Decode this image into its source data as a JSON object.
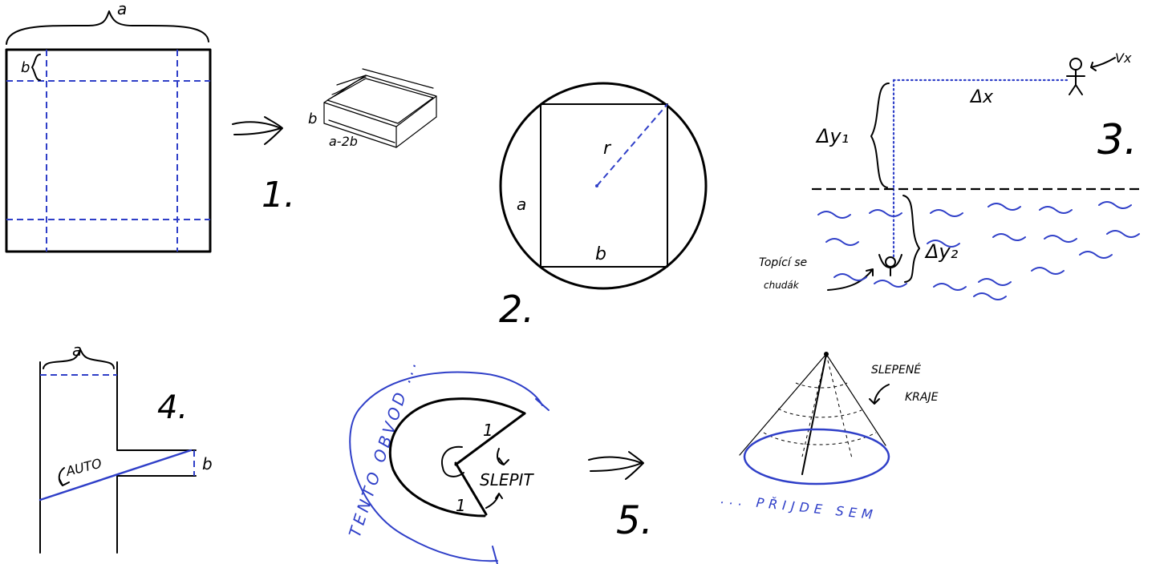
{
  "problem1": {
    "label_a": "a",
    "label_b": "b",
    "box_height_label": "b",
    "box_base_label": "a-2b",
    "number": "1."
  },
  "problem2": {
    "label_r": "r",
    "label_a": "a",
    "label_b": "b",
    "number": "2."
  },
  "problem3": {
    "label_vx": "Vx",
    "label_dx": "Δx",
    "label_dy1": "Δy₁",
    "label_dy2": "Δy₂",
    "drowning_line1": "Topící se",
    "drowning_line2": "chudák",
    "number": "3."
  },
  "problem4": {
    "label_a": "a",
    "label_b": "b",
    "label_car": "AUTO",
    "number": "4."
  },
  "problem5": {
    "label_perimeter": "TENTO OBVOD ...",
    "label_one_top": "1",
    "label_one_bottom": "1",
    "label_glue": "SLEPIT",
    "label_glued_edges_1": "SLEPENÉ",
    "label_glued_edges_2": "KRAJE",
    "label_bottom": "... PŘIJDE SEM",
    "number": "5."
  },
  "colors": {
    "ink": "#000000",
    "blue_ink": "#2f3fc8"
  }
}
